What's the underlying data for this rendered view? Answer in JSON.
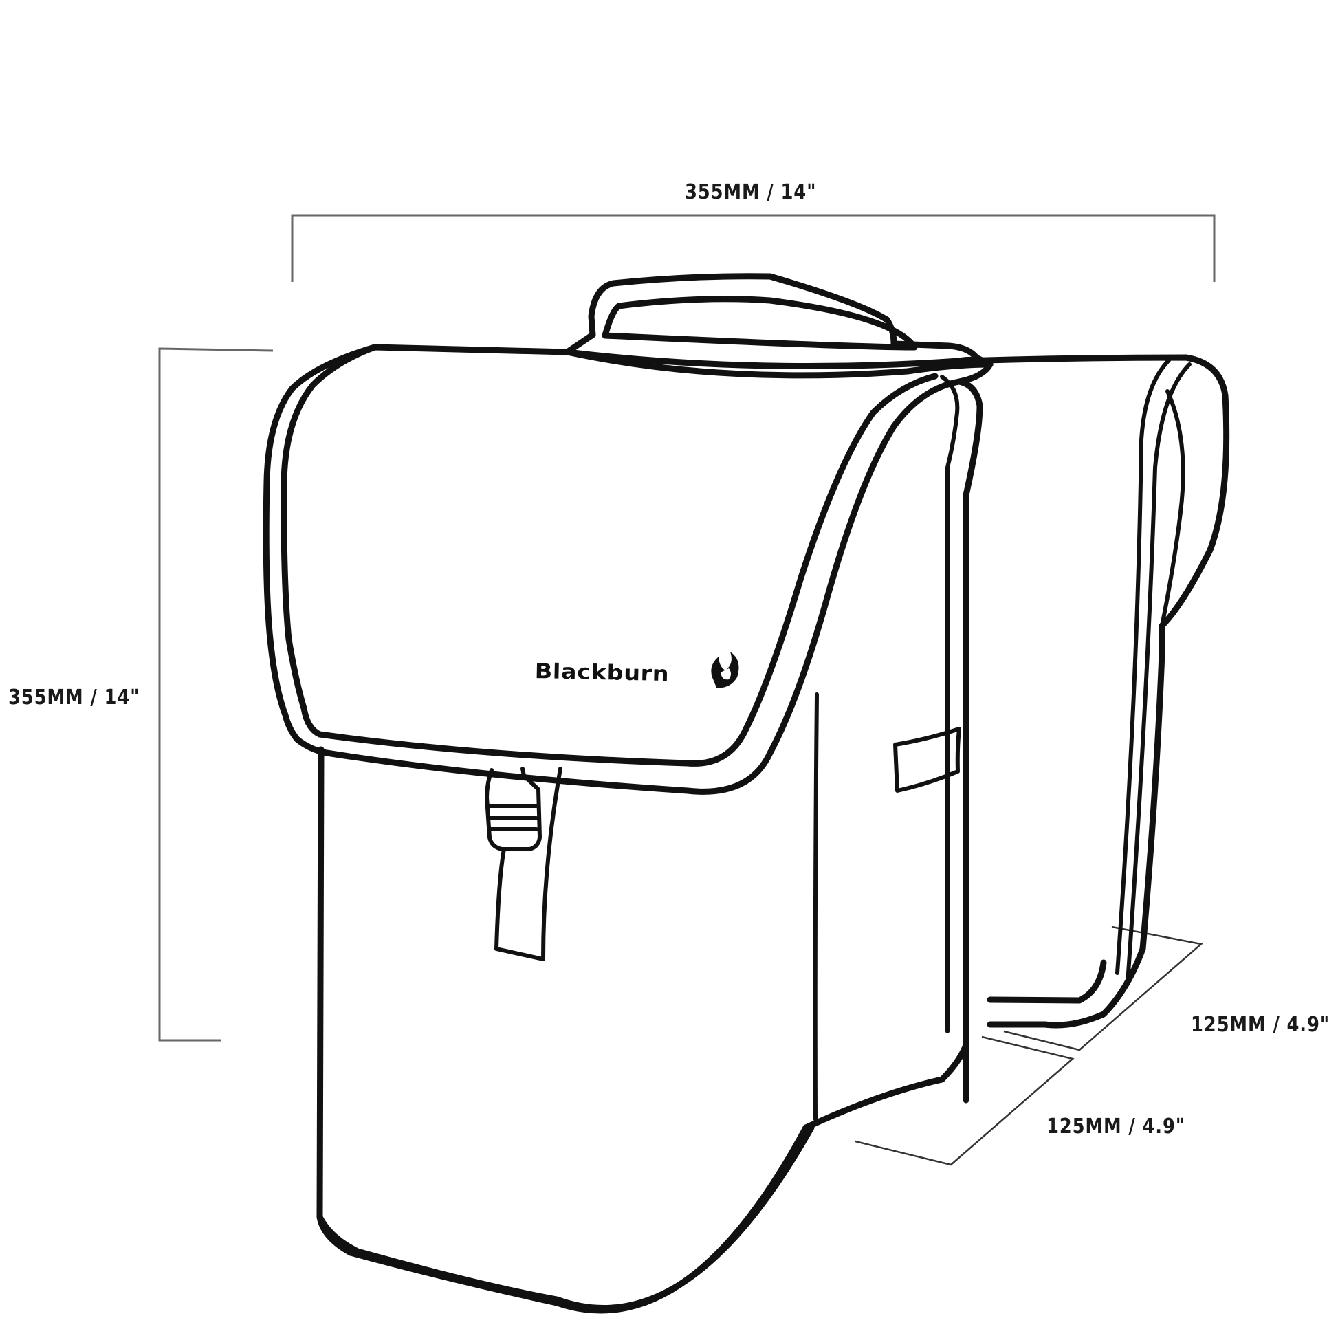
{
  "diagram": {
    "subject": "Blackburn pannier bag dimension drawing",
    "brand_logo": {
      "text": "Blackburn",
      "icon": "flame-logo-icon"
    },
    "dimensions": {
      "width": {
        "label": "355MM / 14\"",
        "mm": 355,
        "inches": 14
      },
      "height": {
        "label": "355MM / 14\"",
        "mm": 355,
        "inches": 14
      },
      "depth_back": {
        "label": "125MM / 4.9\"",
        "mm": 125,
        "inches": 4.9
      },
      "depth_front": {
        "label": "125MM / 4.9\"",
        "mm": 125,
        "inches": 4.9
      }
    },
    "colors": {
      "line": "#111111",
      "dimension_line": "#666666",
      "background": "#ffffff"
    }
  }
}
